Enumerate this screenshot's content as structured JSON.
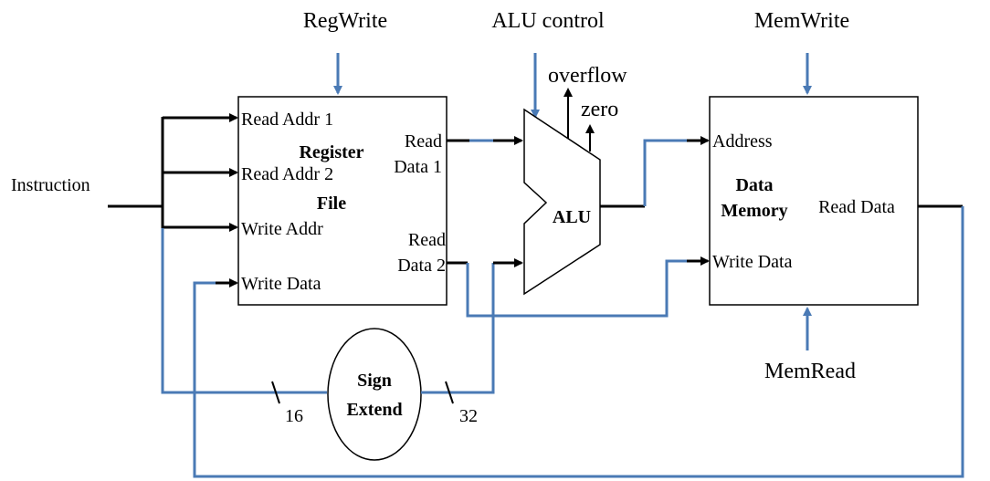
{
  "signals": {
    "reg_write": "RegWrite",
    "alu_control": "ALU control",
    "mem_write": "MemWrite",
    "mem_read": "MemRead",
    "overflow": "overflow",
    "zero": "zero",
    "instruction": "Instruction"
  },
  "register_file": {
    "title_line1": "Register",
    "title_line2": "File",
    "read_addr_1": "Read Addr 1",
    "read_addr_2": "Read Addr 2",
    "write_addr": "Write Addr",
    "write_data": "Write Data",
    "read_data_1_line1": "Read",
    "read_data_1_line2": "Data 1",
    "read_data_2_line1": "Read",
    "read_data_2_line2": "Data 2"
  },
  "alu": {
    "label": "ALU"
  },
  "data_memory": {
    "title_line1": "Data",
    "title_line2": "Memory",
    "address": "Address",
    "write_data": "Write Data",
    "read_data": "Read Data"
  },
  "sign_extend": {
    "line1": "Sign",
    "line2": "Extend",
    "in_width": "16",
    "out_width": "32"
  },
  "colors": {
    "wire_blue": "#4a7ab5",
    "wire_black": "#000000"
  }
}
